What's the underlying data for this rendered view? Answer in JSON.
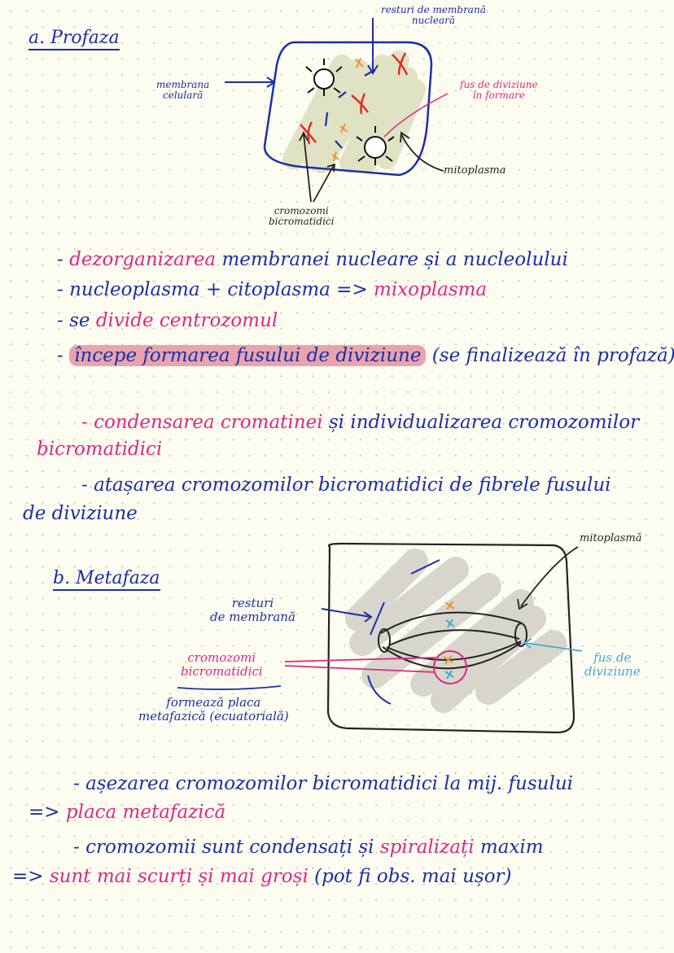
{
  "colors": {
    "ink_blue": "#1a2fa8",
    "ink_pink": "#e0287e",
    "ink_black": "#222222",
    "ink_light_blue": "#3fa9d9",
    "ink_red": "#e02a2a",
    "ink_orange": "#e8943a",
    "highlight": "#e8a3ad",
    "cytoplasm_green": "#dfe3c3",
    "cytoplasm_gray": "#d8d6cc",
    "paper": "#fdfcf0"
  },
  "prophase": {
    "title": "a. Profaza",
    "diagram": {
      "label_cell_membrane": [
        "membrana",
        "celulară"
      ],
      "label_nuclear_remnants": [
        "resturi de membrană",
        "nucleară"
      ],
      "label_spindle_forming": [
        "fus de diviziune",
        "în formare"
      ],
      "label_mitoplasm": "mitoplasma",
      "label_chromosomes": [
        "cromozomi",
        "bicromatidici"
      ]
    },
    "bullets": [
      {
        "dash": "-",
        "pink": "dezorganizarea",
        "blue": " membranei nucleare și a nucleolului"
      },
      {
        "dash": "-",
        "blue": "nucleoplasma + citoplasma => ",
        "pink": "mixoplasma"
      },
      {
        "dash": "-",
        "blue": "se ",
        "pink": "divide centrozomul"
      },
      {
        "dash": "-",
        "highlight": "începe formarea fusului de diviziune",
        "blue": " (se finalizează în profază)"
      },
      {
        "dash": "-",
        "pink": "condensarea cromatinei",
        "blue": " și individualizarea cromozomilor",
        "pink2": "bicromatidici"
      },
      {
        "dash": "-",
        "blue": "atașarea cromozomilor bicromatidici de fibrele fusului",
        "blue2": "de diviziune"
      }
    ]
  },
  "metaphase": {
    "title": "b. Metafaza",
    "diagram": {
      "label_mitoplasm": "mitoplasmă",
      "label_membrane_remnants": [
        "resturi",
        "de membrană"
      ],
      "label_chromosomes": [
        "cromozomi",
        "bicromatidici"
      ],
      "label_plate": [
        "formează placa",
        "metafazică (ecuatorială)"
      ],
      "label_spindle": [
        "fus de",
        "diviziune"
      ]
    },
    "bullets": [
      {
        "dash": "-",
        "blue": "așezarea cromozomilor bicromatidici la mij. fusului",
        "arrow": "=>",
        "pink": "placa metafazică"
      },
      {
        "dash": "-",
        "blue": "cromozomii sunt condensați și ",
        "pink": "spiralizați",
        "blue2": " maxim"
      },
      {
        "arrow": "=>",
        "pink": "sunt mai scurți și mai groși",
        "blue": " (pot fi obs. mai ușor)"
      }
    ]
  }
}
